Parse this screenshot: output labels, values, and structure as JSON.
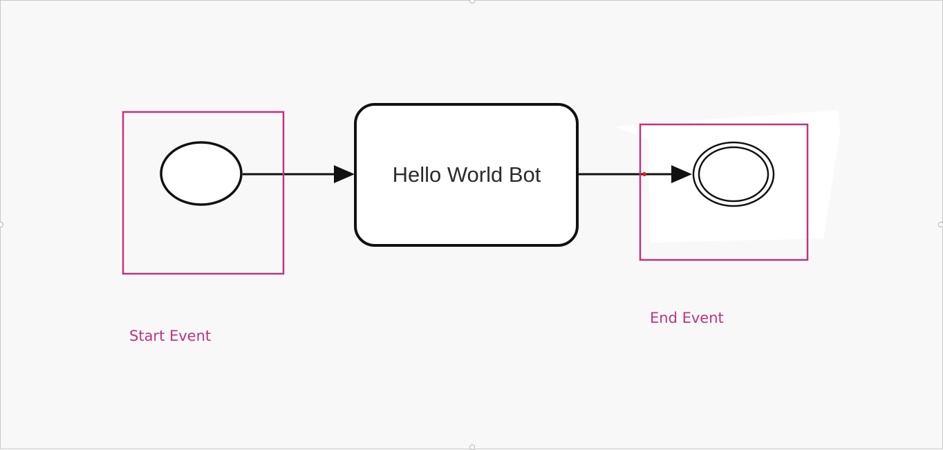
{
  "diagram": {
    "task_label": "Hello World Bot",
    "start_label": "Start Event",
    "end_label": "End Event"
  },
  "colors": {
    "highlight": "#c0337f",
    "stroke": "#111111",
    "background": "#f8f8f8"
  }
}
